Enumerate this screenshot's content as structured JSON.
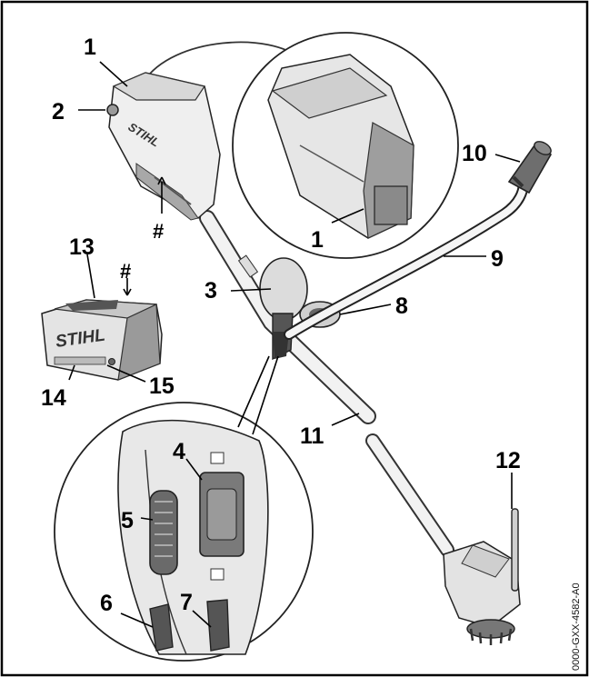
{
  "callouts": {
    "c1_top": "1",
    "c1_inset": "1",
    "c2": "2",
    "c3": "3",
    "c4": "4",
    "c5": "5",
    "c6": "6",
    "c7": "7",
    "c8": "8",
    "c9": "9",
    "c10": "10",
    "c11": "11",
    "c12": "12",
    "c13": "13",
    "c14": "14",
    "c15": "15",
    "hash_motor": "#",
    "hash_battery": "#"
  },
  "brand_motor": "STIHL",
  "brand_battery": "STIHL",
  "figure_code": "0000-GXX-4582-A0",
  "colors": {
    "outline": "#222222",
    "motor_fill": "#efefef",
    "motor_shade": "#a8a8a8",
    "grip_fill": "#6e6e6e",
    "battery_fill": "#e4e4e4",
    "battery_shade": "#9a9a9a",
    "switch_red": "#8a8a8a"
  }
}
